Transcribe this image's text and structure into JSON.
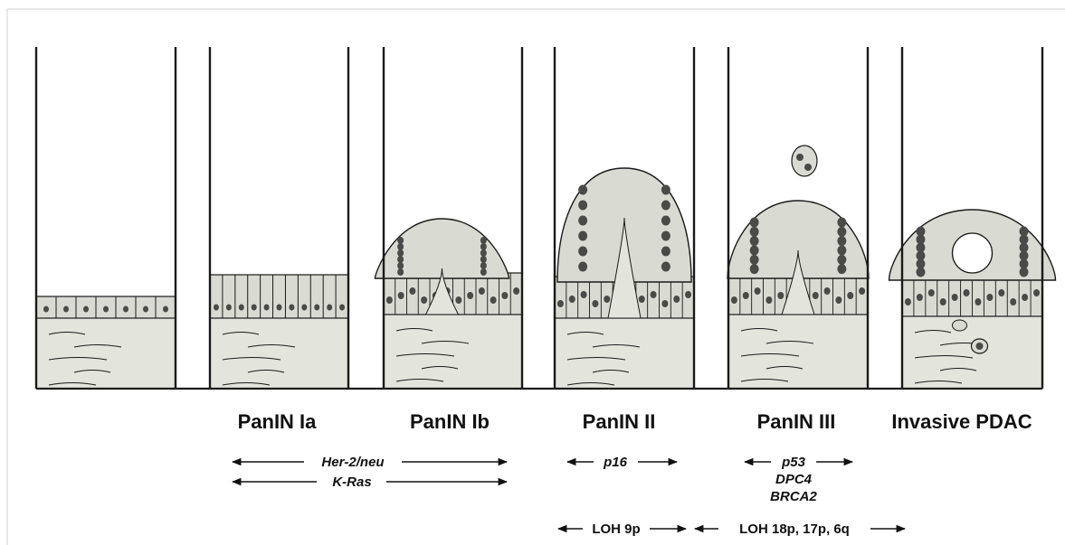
{
  "stages": [
    {
      "key": "normal",
      "label": ""
    },
    {
      "key": "panin-1a",
      "label": "PanIN Ia"
    },
    {
      "key": "panin-1b",
      "label": "PanIN Ib"
    },
    {
      "key": "panin-2",
      "label": "PanIN II"
    },
    {
      "key": "panin-3",
      "label": "PanIN III"
    },
    {
      "key": "invasive",
      "label": "Invasive PDAC"
    }
  ],
  "genetic_alterations": [
    {
      "label": "Her-2/neu"
    },
    {
      "label": "K-Ras"
    },
    {
      "label": "p16"
    },
    {
      "label": "p53"
    },
    {
      "label": "DPC4"
    },
    {
      "label": "BRCA2"
    }
  ],
  "loh_events": [
    {
      "label": "LOH 9p"
    },
    {
      "label": "LOH 18p, 17p, 6q"
    }
  ],
  "colors": {
    "ink": "#1a1a1a",
    "tissue": "#e3e4dc",
    "cell": "#d9dad1",
    "nucleus": "#4a4a48",
    "frame": "#cfcfcf"
  }
}
